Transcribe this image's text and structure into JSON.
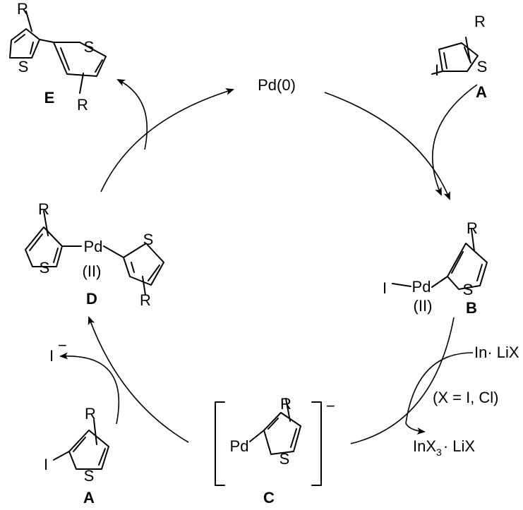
{
  "catalyst": "Pd(0)",
  "substituent": "R",
  "sulfur": "S",
  "iodine": "I",
  "palladium": "Pd",
  "oxidation_state": "(II)",
  "iodide": "I",
  "iodide_charge": "−",
  "complex_charge": "−",
  "reagent": "In· LiX",
  "reagent_condition": "(X = I, Cl)",
  "byproduct_prefix": "InX",
  "byproduct_subscript": "3",
  "byproduct_suffix": "· LiX",
  "labels": {
    "A_top": "A",
    "A_bottom": "A",
    "B": "B",
    "C": "C",
    "D": "D",
    "E": "E"
  }
}
